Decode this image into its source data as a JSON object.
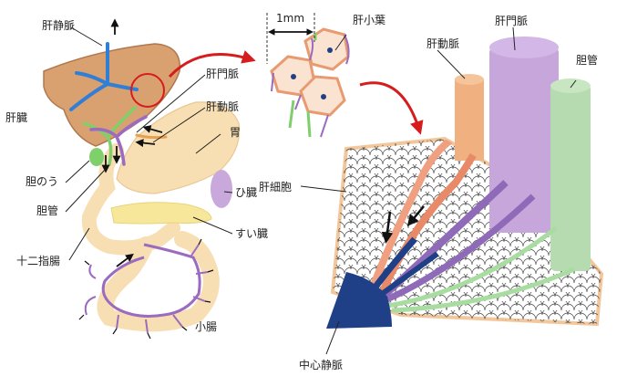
{
  "labels": {
    "hepatic_vein": "肝静脈",
    "liver": "肝臓",
    "portal_vein_left": "肝門脈",
    "hepatic_artery_left": "肝動脈",
    "stomach": "胃",
    "gallbladder": "胆のう",
    "bile_duct_left": "胆管",
    "spleen": "ひ臓",
    "pancreas": "すい臓",
    "duodenum": "十二指腸",
    "small_intestine": "小腸",
    "scale": "1mm",
    "hepatic_lobule": "肝小葉",
    "hepatic_artery_right": "肝動脈",
    "portal_vein_right": "肝門脈",
    "bile_duct_right": "胆管",
    "hepatocyte": "肝細胞",
    "central_vein": "中心静脈"
  },
  "colors": {
    "liver": "#d9a070",
    "hepatic_vein": "#2f7fd6",
    "portal_vein": "#9b6bbf",
    "hepatic_artery": "#f0b080",
    "bile_duct": "#7fcf6a",
    "gut": "#f7dfb3",
    "pancreas": "#f7e79a",
    "spleen": "#c9a9dc",
    "central_vein": "#1f3f86",
    "arrow_red": "#d61c1c"
  },
  "icons": [
    "flow-arrow-icon",
    "magnify-circle-icon",
    "curved-red-arrow-icon"
  ]
}
